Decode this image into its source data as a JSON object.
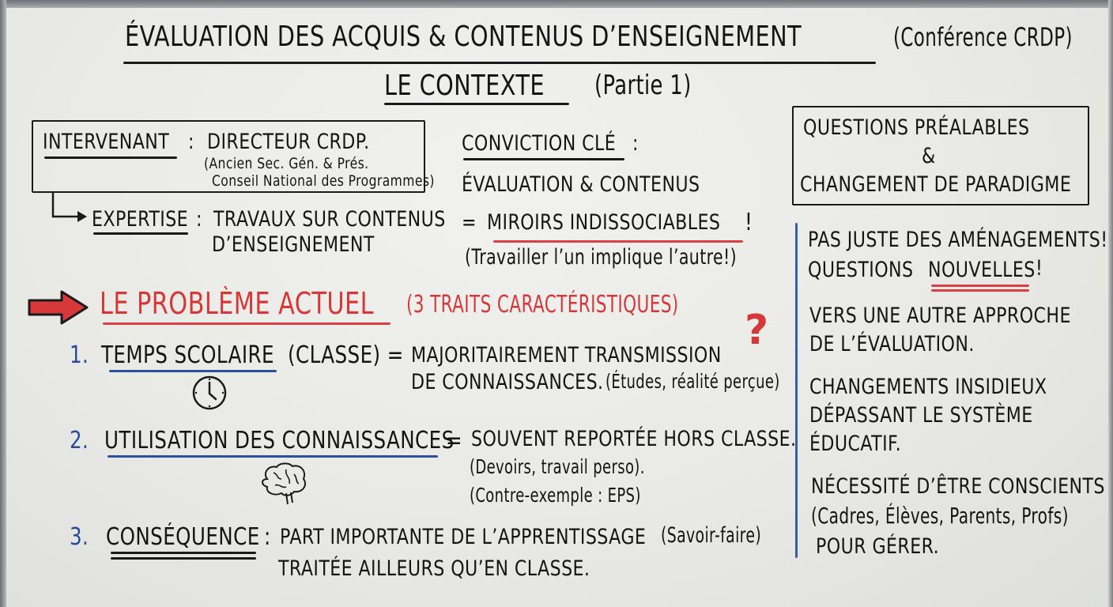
{
  "header": {
    "title": "ÉVALUATION DES ACQUIS & CONTENUS D’ENSEIGNEMENT",
    "title_note": "(Conférence CRDP)",
    "subtitle": "LE CONTEXTE",
    "subtitle_note": "(Partie 1)"
  },
  "speaker": {
    "label": "INTERVENANT",
    "sep": ":",
    "role": "DIRECTEUR CRDP.",
    "note_line1": "(Ancien Sec. Gén. & Prés.",
    "note_line2": "Conseil National des Programmes)",
    "expertise_label": "EXPERTISE",
    "expertise_sep": ":",
    "expertise_line1": "TRAVAUX SUR CONTENUS",
    "expertise_line2": "D’ENSEIGNEMENT"
  },
  "conviction": {
    "label": "CONVICTION CLÉ",
    "sep": ":",
    "line1": "ÉVALUATION & CONTENUS",
    "line2_prefix": "=",
    "line2_highlight": "MIROIRS INDISSOCIABLES",
    "line2_suffix": "!",
    "line3": "(Travailler l’un implique l’autre!)"
  },
  "problem": {
    "heading": "LE PROBLÈME ACTUEL",
    "heading_note": "(3 TRAITS CARACTÉRISTIQUES)",
    "question_mark": "?",
    "items": [
      {
        "number": "1.",
        "label": "TEMPS SCOLAIRE",
        "label_suffix": "(CLASSE) =",
        "text_line1": "MAJORITAIREMENT TRANSMISSION",
        "text_line2": "DE CONNAISSANCES.",
        "text_note": "(Études, réalité perçue)",
        "icon": "clock-icon"
      },
      {
        "number": "2.",
        "label": "UTILISATION DES CONNAISSANCES",
        "label_suffix": "=",
        "text_line1": "SOUVENT REPORTÉE HORS CLASSE.",
        "text_note1": "(Devoirs, travail perso).",
        "text_note2": "(Contre-exemple : EPS)",
        "icon": "brain-icon"
      },
      {
        "number": "3.",
        "label": "CONSÉQUENCE",
        "label_suffix": ":",
        "text_line1": "PART IMPORTANTE DE L’APPRENTISSAGE",
        "text_note": "(Savoir-faire)",
        "text_line2": "TRAITÉE AILLEURS QU’EN CLASSE."
      }
    ]
  },
  "questions": {
    "box_line1": "QUESTIONS PRÉALABLES",
    "box_line2": "&",
    "box_line3": "CHANGEMENT DE PARADIGME",
    "p1_line1": "PAS JUSTE DES AMÉNAGEMENTS!",
    "p1_line2_prefix": "QUESTIONS",
    "p1_line2_highlight": "NOUVELLES",
    "p1_line2_suffix": "!",
    "p2_line1": "VERS UNE AUTRE APPROCHE",
    "p2_line2": "DE L’ÉVALUATION.",
    "p3_line1": "CHANGEMENTS INSIDIEUX",
    "p3_line2": "DÉPASSANT LE SYSTÈME",
    "p3_line3": "ÉDUCATIF.",
    "p4_line1": "NÉCESSITÉ D’ÊTRE CONSCIENTS",
    "p4_line2": "(Cadres, Élèves, Parents, Profs)",
    "p4_line3": "POUR GÉRER."
  },
  "colors": {
    "board": "#ebebe8",
    "ink_black": "#141414",
    "ink_red": "#d6383a",
    "ink_blue": "#2a4a9a"
  }
}
